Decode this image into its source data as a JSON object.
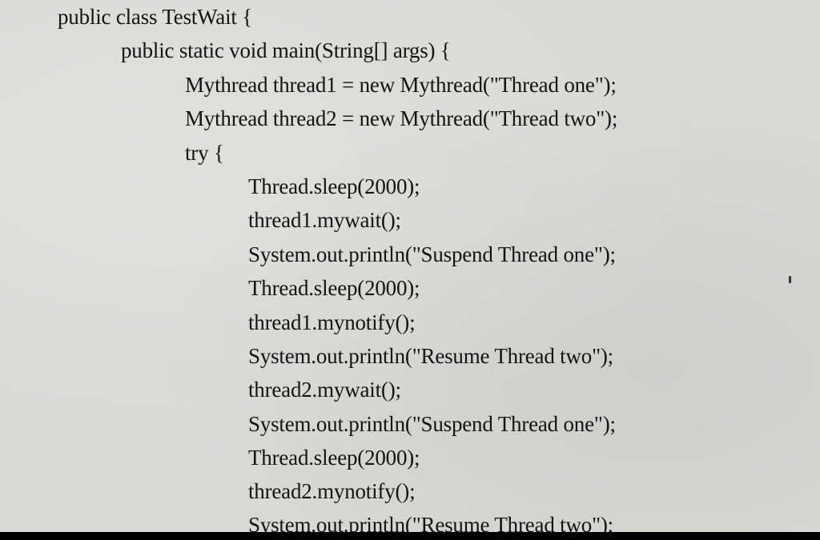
{
  "code": {
    "lines": [
      "public class TestWait {",
      "public static void main(String[] args) {",
      "Mythread thread1 = new Mythread(\"Thread one\");",
      "Mythread thread2 = new Mythread(\"Thread two\");",
      "try {",
      "Thread.sleep(2000);",
      "thread1.mywait();",
      "System.out.println(\"Suspend Thread one\");",
      "Thread.sleep(2000);",
      "thread1.mynotify();",
      "System.out.println(\"Resume Thread two\");",
      "thread2.mywait();",
      "System.out.println(\"Suspend Thread one\");",
      "Thread.sleep(2000);",
      "thread2.mynotify();",
      "System.out.println(\"Resume Thread two\");"
    ]
  }
}
